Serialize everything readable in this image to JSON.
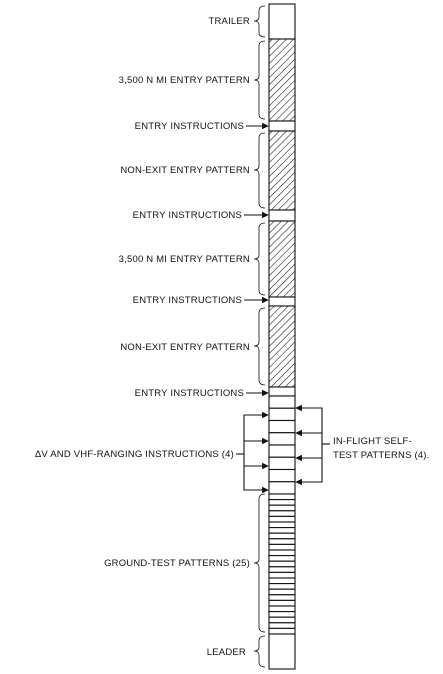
{
  "tape": {
    "colors": {
      "ink": "#111111",
      "paper": "#ffffff"
    },
    "labels": {
      "trailer": "TRAILER",
      "entry_pattern_3500_top": "3,500 N MI ENTRY PATTERN",
      "entry_instructions_1": "ENTRY INSTRUCTIONS",
      "non_exit_pattern_top": "NON-EXIT ENTRY PATTERN",
      "entry_instructions_2": "ENTRY INSTRUCTIONS",
      "entry_pattern_3500_lower": "3,500 N MI ENTRY PATTERN",
      "entry_instructions_3": "ENTRY INSTRUCTIONS",
      "non_exit_pattern_lower": "NON-EXIT ENTRY PATTERN",
      "entry_instructions_4": "ENTRY INSTRUCTIONS",
      "dv_vhf_instructions": "ΔV AND VHF-RANGING INSTRUCTIONS (4)",
      "inflight_line1": "IN-FLIGHT SELF-",
      "inflight_line2": "TEST PATTERNS (4).",
      "ground_test": "GROUND-TEST PATTERNS (25)",
      "leader": "LEADER"
    },
    "ground_test_pattern_count": 25
  }
}
